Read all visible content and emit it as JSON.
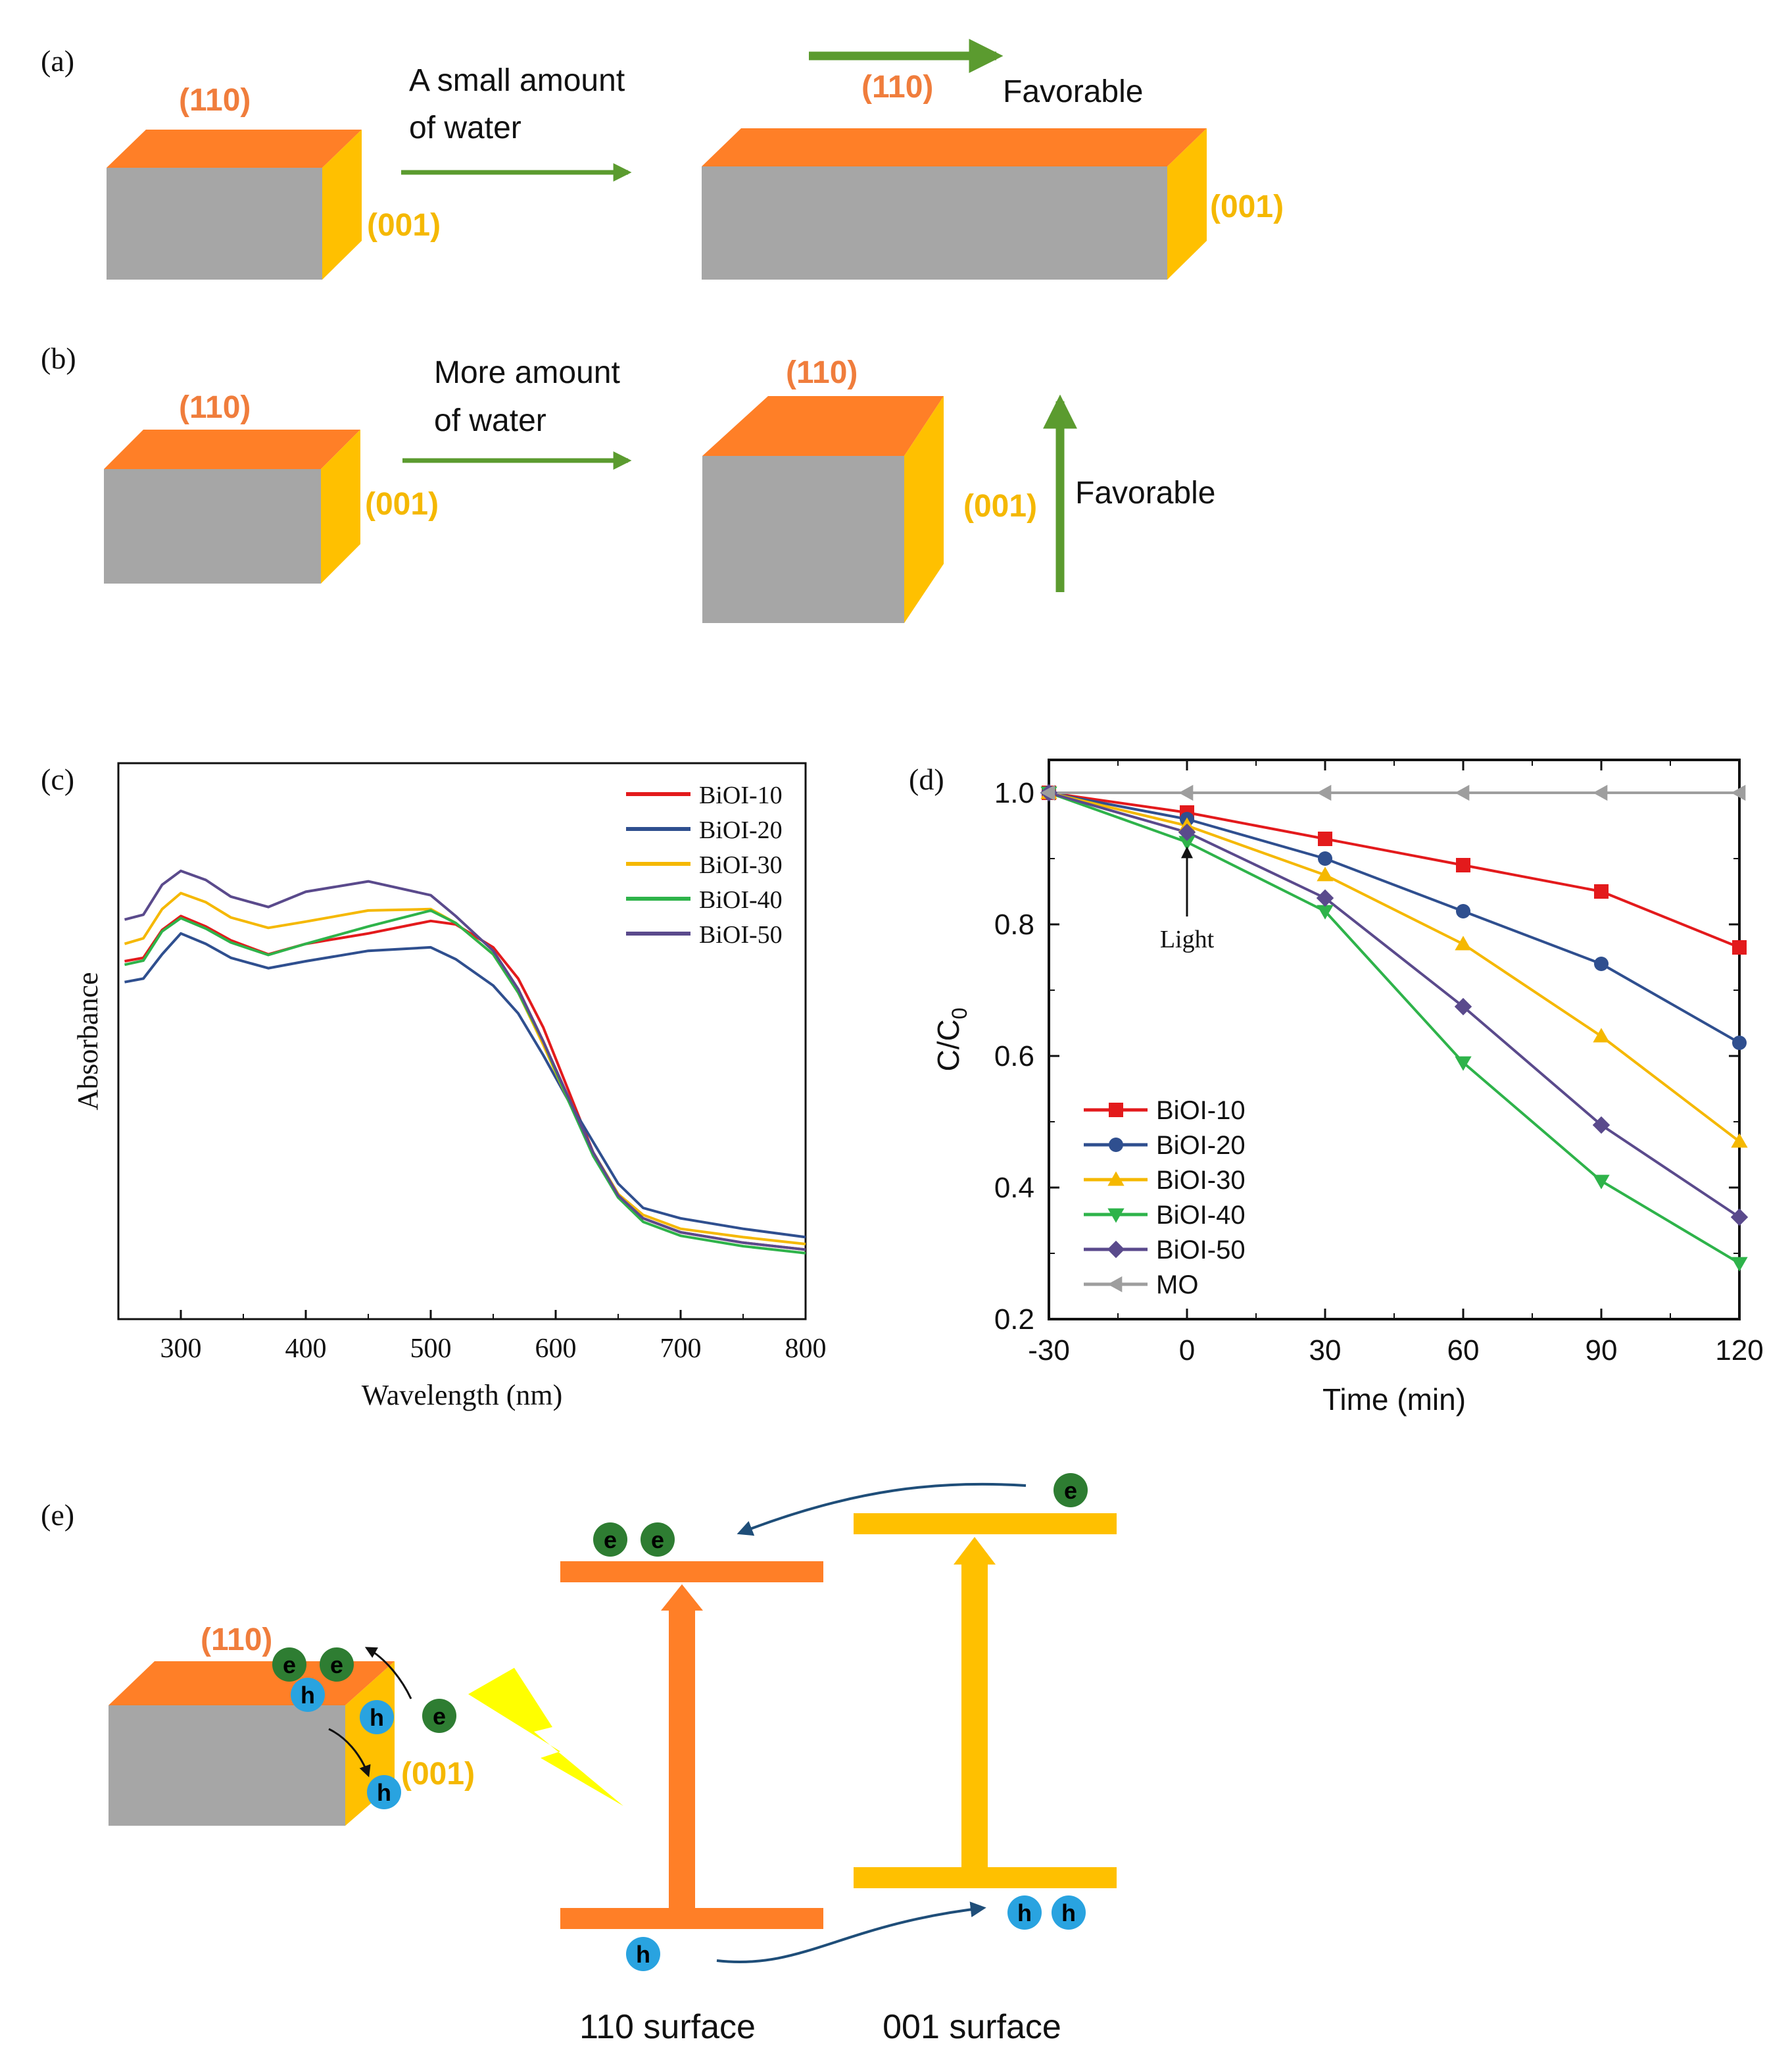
{
  "panels": {
    "a": {
      "letter": "(a)",
      "left_top_face": "(110)",
      "left_side_face": "(001)",
      "arrow_text_1": "A small amount",
      "arrow_text_2": "of water",
      "right_top_face": "(110)",
      "right_side_face": "(001)",
      "favorable": "Favorable"
    },
    "b": {
      "letter": "(b)",
      "left_top_face": "(110)",
      "left_side_face": "(001)",
      "arrow_text_1": "More amount",
      "arrow_text_2": "of water",
      "right_top_face": "(110)",
      "right_side_face": "(001)",
      "favorable": "Favorable"
    },
    "c": {
      "letter": "(c)",
      "ylabel": "Absorbance",
      "xlabel": "Wavelength (nm)"
    },
    "d": {
      "letter": "(d)",
      "ylabel_main": "C/C",
      "ylabel_sub": "0",
      "xlabel": "Time (min)",
      "annotation": "Light"
    },
    "e": {
      "letter": "(e)",
      "top_face": "(110)",
      "side_face": "(001)",
      "electron": "e",
      "hole": "h",
      "label_110": "110 surface",
      "label_001": "001 surface"
    }
  },
  "colors": {
    "orange_face": "#FF7F27",
    "yellow_face": "#FFC000",
    "gray_face": "#A6A6A6",
    "arrow_green": "#5B9B2F",
    "label_orange": "#F07D3C",
    "label_yellow": "#F5B800",
    "electron_green": "#2E7D32",
    "hole_blue": "#29A3E0",
    "curve_arrow": "#1F4E79",
    "lightning": "#FFFF00"
  },
  "chart_data": [
    {
      "type": "line",
      "xlim": [
        250,
        800
      ],
      "xticks": [
        300,
        400,
        500,
        600,
        700,
        800
      ],
      "xlabel": "Wavelength (nm)",
      "ylabel": "Absorbance",
      "grid": false,
      "legend": "top-right",
      "series": [
        {
          "name": "BiOI-10",
          "color": "#E31A1C",
          "x": [
            255,
            270,
            285,
            300,
            320,
            340,
            370,
            400,
            450,
            500,
            520,
            550,
            570,
            590,
            610,
            630,
            650,
            670,
            700,
            750,
            800
          ],
          "y": [
            0.715,
            0.72,
            0.76,
            0.78,
            0.765,
            0.745,
            0.725,
            0.74,
            0.755,
            0.773,
            0.768,
            0.735,
            0.69,
            0.62,
            0.53,
            0.44,
            0.38,
            0.345,
            0.325,
            0.31,
            0.3
          ]
        },
        {
          "name": "BiOI-20",
          "color": "#2F4F8F",
          "x": [
            255,
            270,
            285,
            300,
            320,
            340,
            370,
            400,
            450,
            500,
            520,
            550,
            570,
            590,
            610,
            630,
            650,
            670,
            700,
            750,
            800
          ],
          "y": [
            0.685,
            0.69,
            0.725,
            0.755,
            0.74,
            0.72,
            0.705,
            0.715,
            0.73,
            0.735,
            0.718,
            0.68,
            0.64,
            0.58,
            0.515,
            0.455,
            0.395,
            0.36,
            0.345,
            0.33,
            0.318
          ]
        },
        {
          "name": "BiOI-30",
          "color": "#F5B800",
          "x": [
            255,
            270,
            285,
            300,
            320,
            340,
            370,
            400,
            450,
            500,
            520,
            550,
            570,
            590,
            610,
            630,
            650,
            670,
            700,
            750,
            800
          ],
          "y": [
            0.74,
            0.748,
            0.79,
            0.813,
            0.8,
            0.778,
            0.763,
            0.772,
            0.788,
            0.79,
            0.77,
            0.725,
            0.67,
            0.595,
            0.515,
            0.44,
            0.38,
            0.35,
            0.33,
            0.318,
            0.308
          ]
        },
        {
          "name": "BiOI-40",
          "color": "#2EB34A",
          "x": [
            255,
            270,
            285,
            300,
            320,
            340,
            370,
            400,
            450,
            500,
            520,
            550,
            570,
            590,
            610,
            630,
            650,
            670,
            700,
            750,
            800
          ],
          "y": [
            0.71,
            0.716,
            0.758,
            0.777,
            0.762,
            0.742,
            0.724,
            0.74,
            0.765,
            0.788,
            0.77,
            0.725,
            0.67,
            0.6,
            0.515,
            0.435,
            0.375,
            0.34,
            0.32,
            0.305,
            0.295
          ]
        },
        {
          "name": "BiOI-50",
          "color": "#5A4A8C",
          "x": [
            255,
            270,
            285,
            300,
            320,
            340,
            370,
            400,
            450,
            500,
            520,
            550,
            570,
            590,
            610,
            630,
            650,
            670,
            700,
            750,
            800
          ],
          "y": [
            0.775,
            0.782,
            0.825,
            0.845,
            0.832,
            0.808,
            0.793,
            0.815,
            0.83,
            0.81,
            0.78,
            0.73,
            0.675,
            0.6,
            0.52,
            0.44,
            0.378,
            0.345,
            0.325,
            0.31,
            0.3
          ]
        }
      ]
    },
    {
      "type": "line",
      "xlim": [
        -30,
        120
      ],
      "ylim": [
        0.2,
        1.05
      ],
      "xticks": [
        -30,
        0,
        30,
        60,
        90,
        120
      ],
      "yticks": [
        0.2,
        0.4,
        0.6,
        0.8,
        1.0
      ],
      "xlabel": "Time (min)",
      "ylabel": "C/C0",
      "grid": false,
      "legend": "bottom-left",
      "series": [
        {
          "name": "BiOI-10",
          "color": "#E31A1C",
          "marker": "square",
          "x": [
            -30,
            0,
            30,
            60,
            90,
            120
          ],
          "y": [
            1.0,
            0.97,
            0.93,
            0.89,
            0.85,
            0.765
          ]
        },
        {
          "name": "BiOI-20",
          "color": "#2F4F8F",
          "marker": "circle",
          "x": [
            -30,
            0,
            30,
            60,
            90,
            120
          ],
          "y": [
            1.0,
            0.96,
            0.9,
            0.82,
            0.74,
            0.62
          ]
        },
        {
          "name": "BiOI-30",
          "color": "#F5B800",
          "marker": "triangle-up",
          "x": [
            -30,
            0,
            30,
            60,
            90,
            120
          ],
          "y": [
            1.0,
            0.95,
            0.875,
            0.77,
            0.63,
            0.47
          ]
        },
        {
          "name": "BiOI-40",
          "color": "#2EB34A",
          "marker": "triangle-down",
          "x": [
            -30,
            0,
            30,
            60,
            90,
            120
          ],
          "y": [
            1.0,
            0.925,
            0.82,
            0.59,
            0.41,
            0.285
          ]
        },
        {
          "name": "BiOI-50",
          "color": "#5A4A8C",
          "marker": "diamond",
          "x": [
            -30,
            0,
            30,
            60,
            90,
            120
          ],
          "y": [
            1.0,
            0.94,
            0.84,
            0.675,
            0.495,
            0.355
          ]
        },
        {
          "name": "MO",
          "color": "#9E9E9E",
          "marker": "triangle-left",
          "x": [
            -30,
            0,
            30,
            60,
            90,
            120
          ],
          "y": [
            1.0,
            1.0,
            1.0,
            1.0,
            1.0,
            1.0
          ]
        }
      ]
    }
  ]
}
